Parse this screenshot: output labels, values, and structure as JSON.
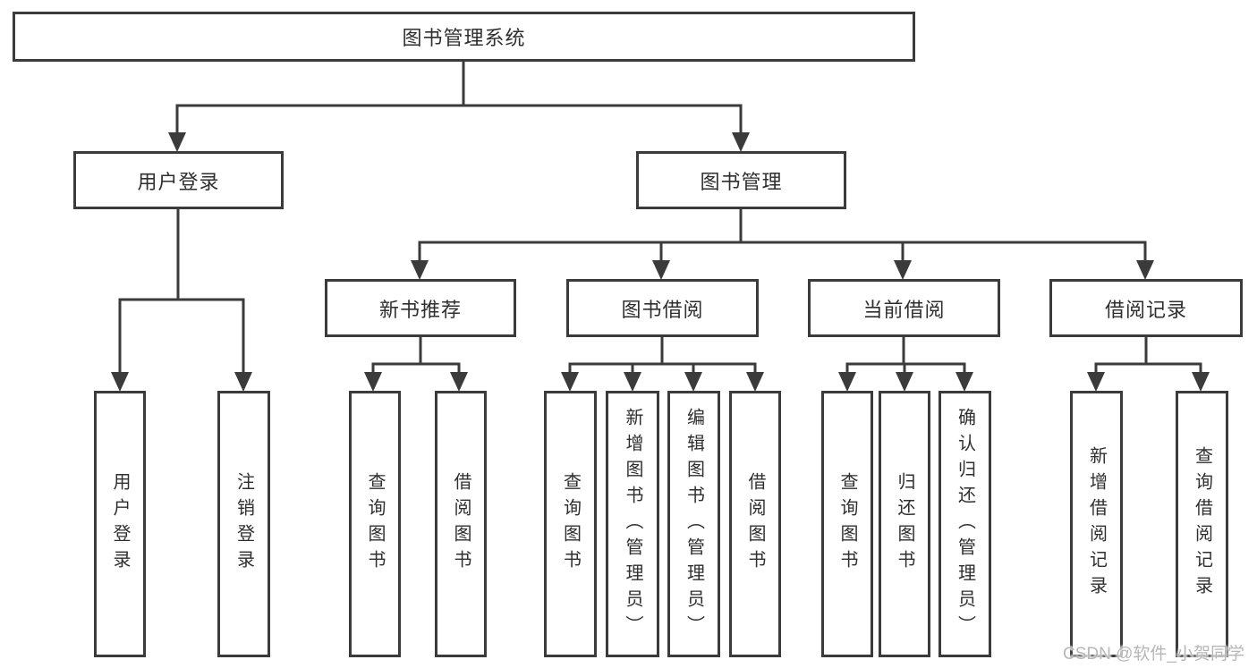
{
  "tree": {
    "root": {
      "label": "图书管理系统"
    },
    "branches": [
      {
        "label": "用户登录",
        "children": [
          {
            "label": "用户登录"
          },
          {
            "label": "注销登录"
          }
        ]
      },
      {
        "label": "图书管理",
        "children": [
          {
            "label": "新书推荐",
            "children": [
              {
                "label": "查询图书"
              },
              {
                "label": "借阅图书"
              }
            ]
          },
          {
            "label": "图书借阅",
            "children": [
              {
                "label": "查询图书"
              },
              {
                "label": "新增图书（管理员）"
              },
              {
                "label": "编辑图书（管理员）"
              },
              {
                "label": "借阅图书"
              }
            ]
          },
          {
            "label": "当前借阅",
            "children": [
              {
                "label": "查询图书"
              },
              {
                "label": "归还图书"
              },
              {
                "label": "确认归还（管理员）"
              }
            ]
          },
          {
            "label": "借阅记录",
            "children": [
              {
                "label": "新增借阅记录"
              },
              {
                "label": "查询借阅记录"
              }
            ]
          }
        ]
      }
    ]
  },
  "watermark": {
    "text": "CSDN @软件_小贺同学"
  },
  "colors": {
    "line": "#3b3b3b",
    "text": "#2f2f2f",
    "watermark": "#b7b7b7",
    "background": "#ffffff"
  }
}
